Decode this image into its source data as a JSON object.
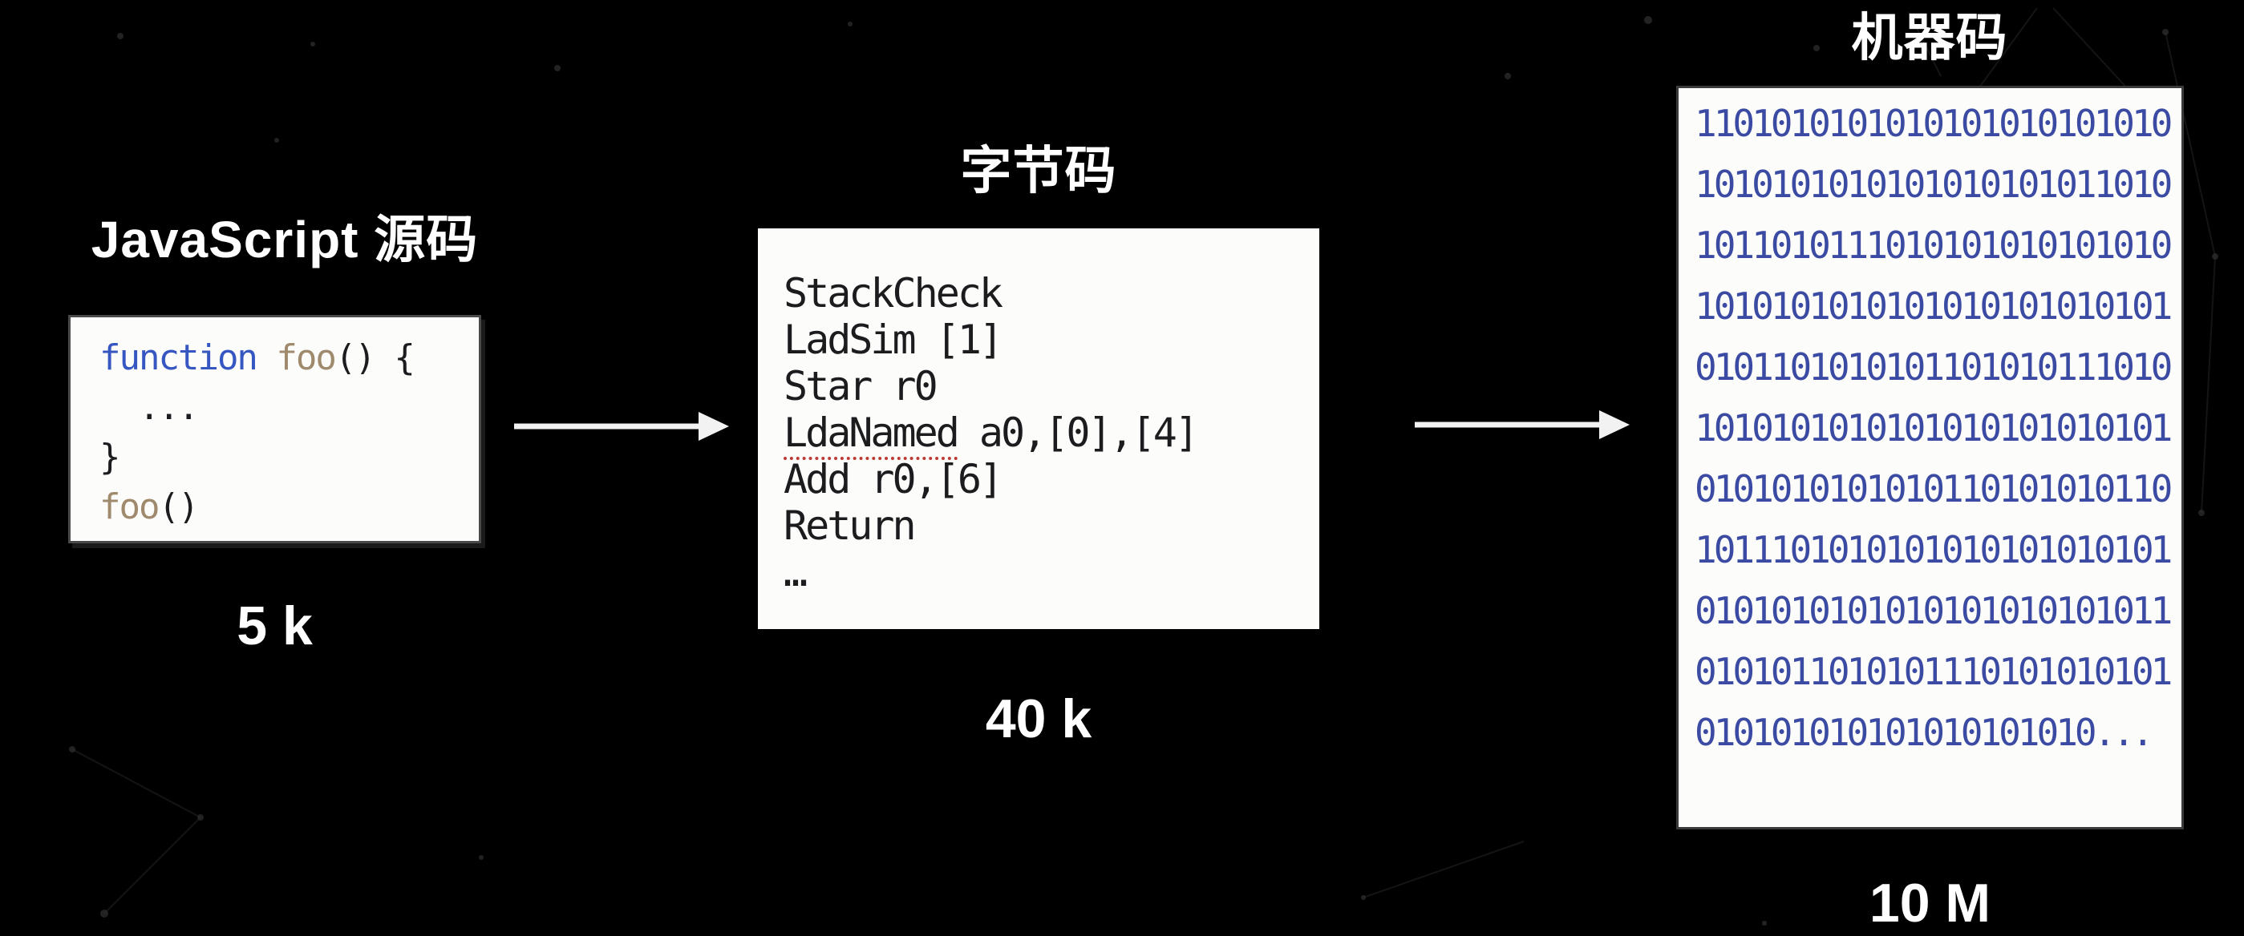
{
  "diagram": {
    "source_panel": {
      "title": "JavaScript 源码",
      "code_tokens": [
        [
          {
            "t": "function",
            "c": "kw"
          },
          {
            "t": " "
          },
          {
            "t": "foo",
            "c": "id"
          },
          {
            "t": "() {"
          }
        ],
        [
          {
            "t": "  ..."
          }
        ],
        [
          {
            "t": "}"
          }
        ],
        [
          {
            "t": "foo",
            "c": "id"
          },
          {
            "t": "()"
          }
        ]
      ],
      "size_label": "5 k"
    },
    "bytecode_panel": {
      "title": "字节码",
      "line_tokens": [
        [
          {
            "t": "StackCheck"
          }
        ],
        [
          {
            "t": "LadSim [1]"
          }
        ],
        [
          {
            "t": "Star r0"
          }
        ],
        [
          {
            "t": "LdaNamed",
            "u": true
          },
          {
            "t": " a0,[0],[4]"
          }
        ],
        [
          {
            "t": "Add r0,[6]"
          }
        ],
        [
          {
            "t": "Return"
          }
        ],
        [
          {
            "t": "…"
          }
        ]
      ],
      "size_label": "40 k"
    },
    "machine_panel": {
      "title": "机器码",
      "binary_lines": [
        "1101010101010101010101010",
        "1010101010101010101011010",
        "1011010111010101010101010",
        "1010101010101010101010101",
        "0101101010101101010111010",
        "1010101010101010101010101",
        "0101010101010110101010110",
        "1011101010101010101010101",
        "0101010101010101010101011",
        "0101011010101110101010101",
        "010101010101010101010..."
      ],
      "size_label": "10 M"
    }
  },
  "colors": {
    "background": "#000000",
    "panel_bg": "#fcfcfa",
    "binary_text": "#3b4aa3",
    "keyword_blue": "#3657c1",
    "identifier_tan": "#a08a6e",
    "code_text": "#1c1c1e",
    "label_text": "#ffffff",
    "underline_red": "#bb3b33"
  }
}
